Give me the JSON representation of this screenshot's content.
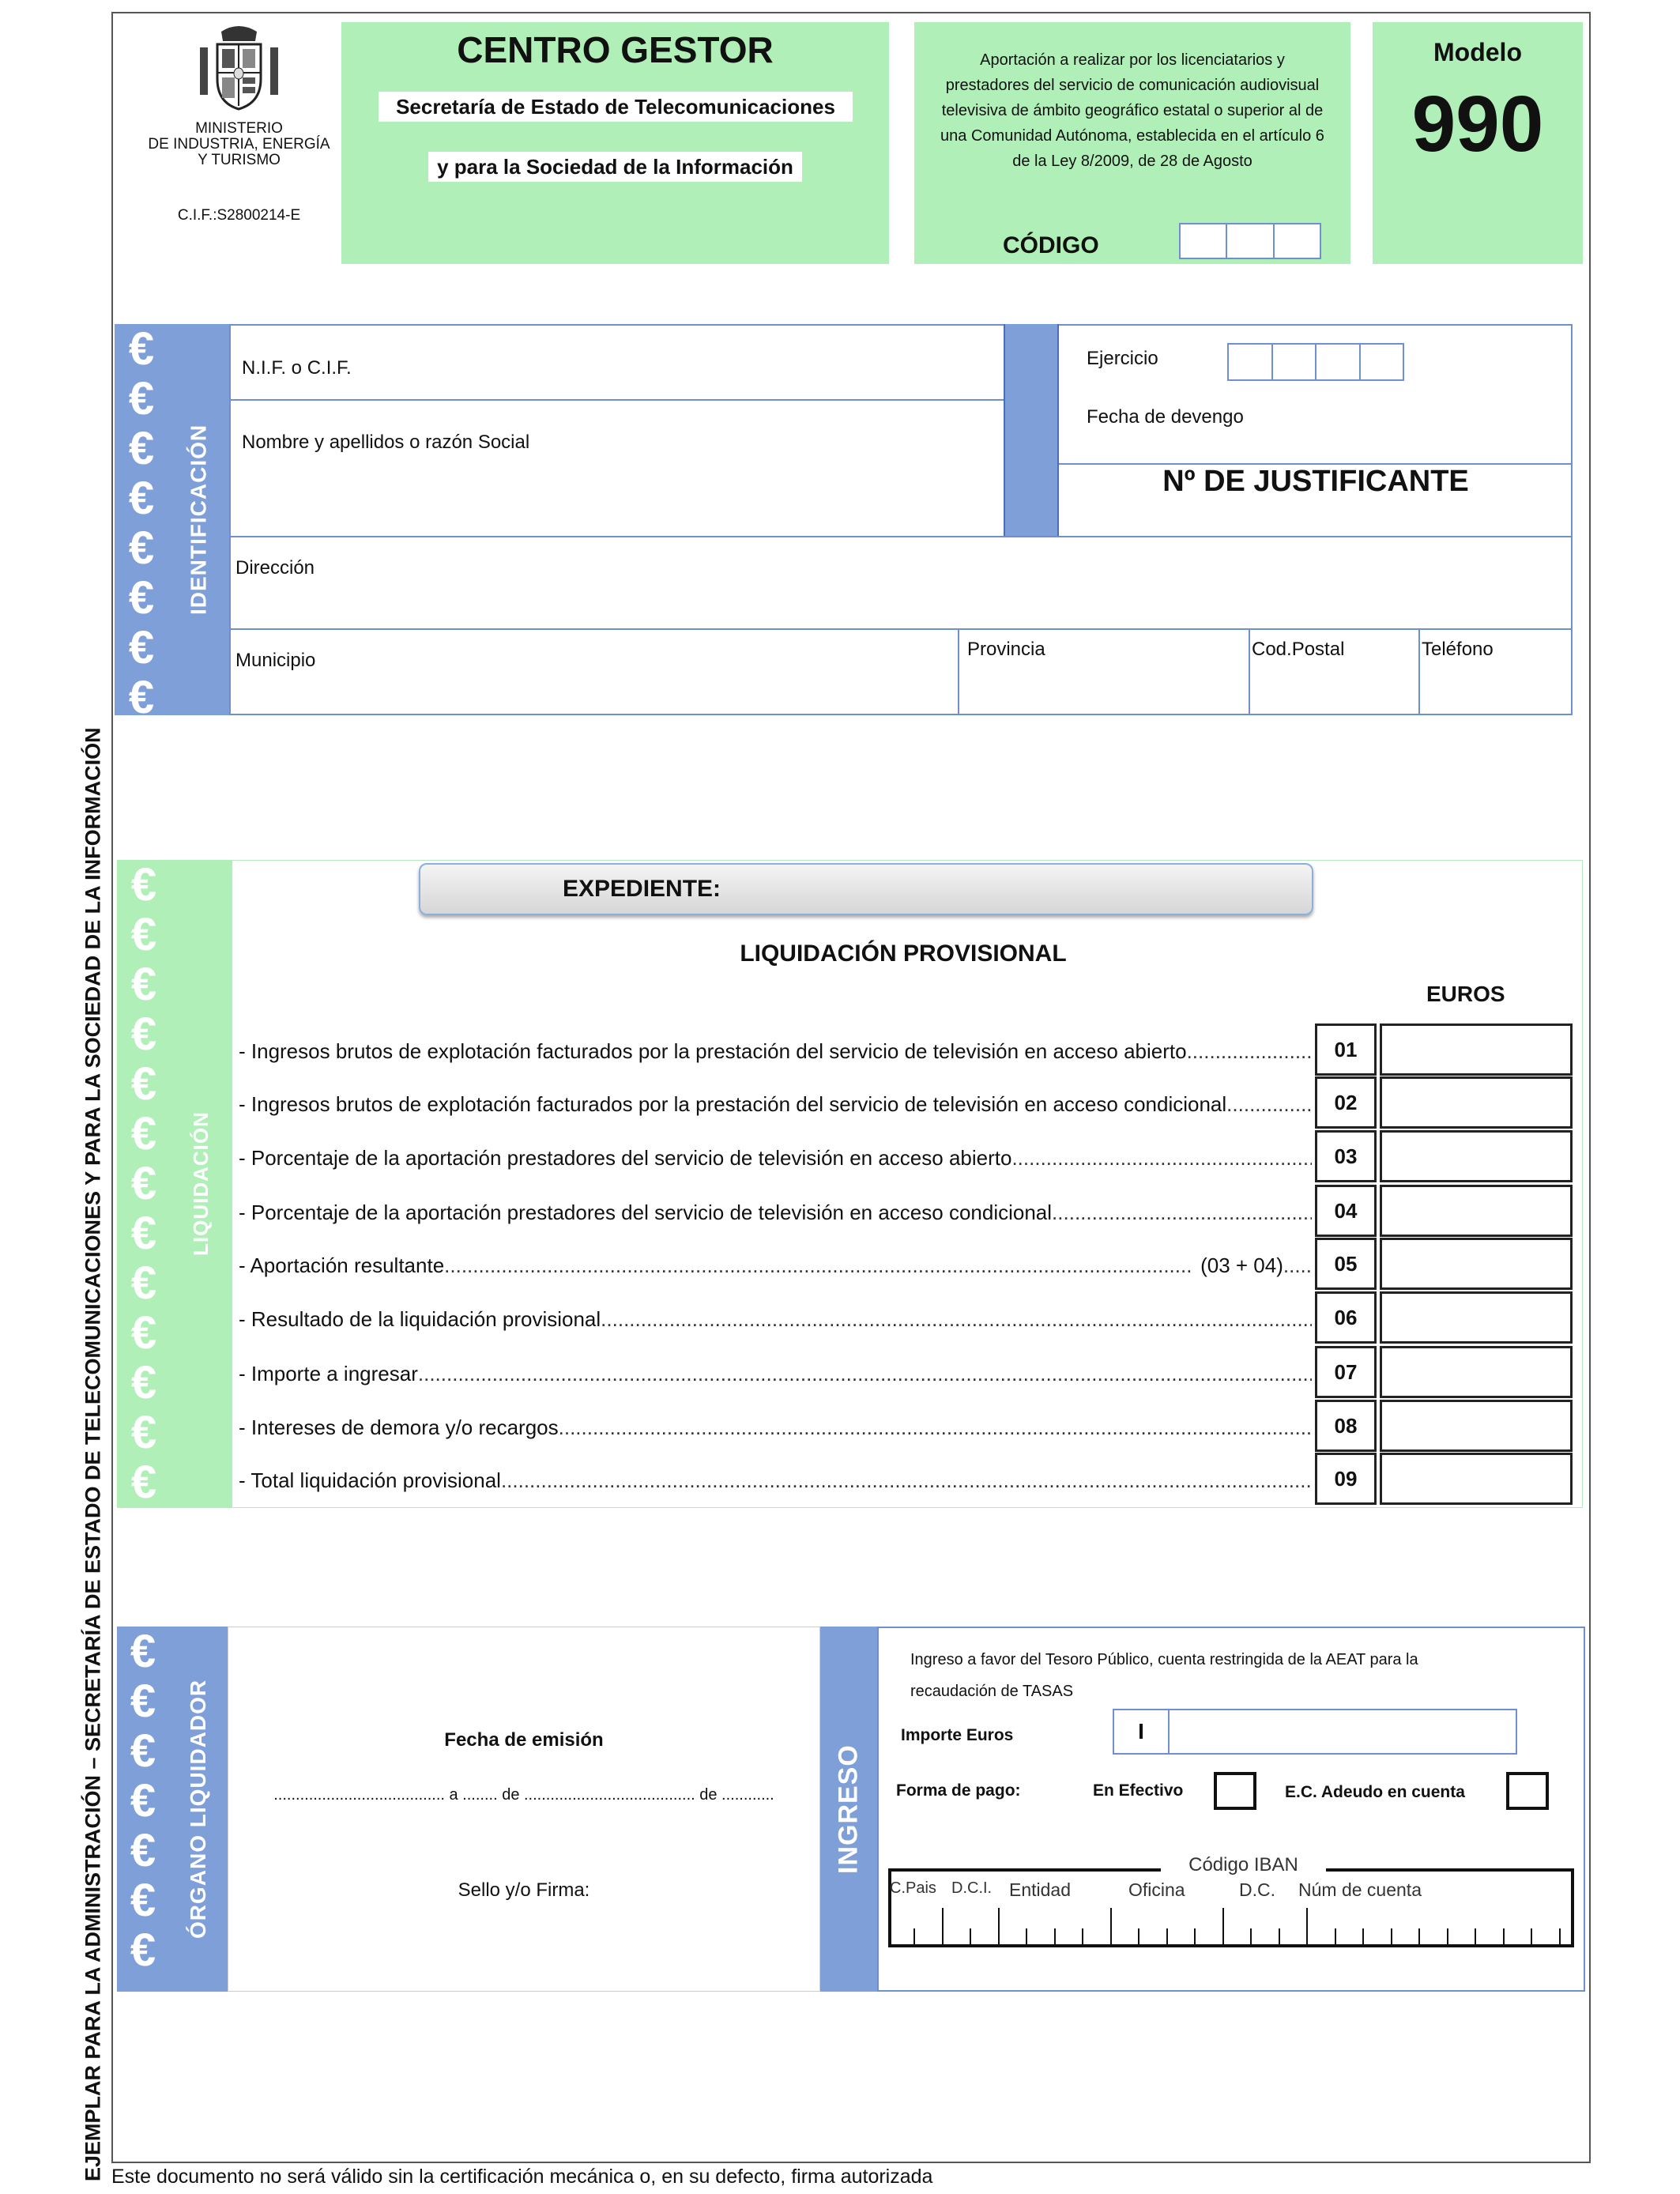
{
  "header": {
    "ministry": [
      "MINISTERIO",
      "DE INDUSTRIA, ENERGÍA",
      "Y TURISMO"
    ],
    "cif": "C.I.F.:S2800214-E",
    "centro_title": "CENTRO GESTOR",
    "centro_line1": "Secretaría de Estado de Telecomunicaciones",
    "centro_line2": "y para la Sociedad de la Información",
    "aportacion_text": "Aportación a realizar por los licenciatarios y prestadores del servicio de comunicación audiovisual televisiva de ámbito geográfico estatal o superior al de una Comunidad Autónoma, establecida en el artículo 6 de la Ley 8/2009, de 28 de Agosto",
    "codigo_label": "CÓDIGO",
    "modelo_label": "Modelo",
    "modelo_number": "990"
  },
  "identificacion": {
    "side_label": "IDENTIFICACIÓN",
    "nif": "N.I.F. o C.I.F.",
    "nombre": "Nombre y apellidos o razón Social",
    "ejercicio": "Ejercicio",
    "fecha_devengo": "Fecha de devengo",
    "justificante": "Nº DE JUSTIFICANTE",
    "direccion": "Dirección",
    "municipio": "Municipio",
    "provincia": "Provincia",
    "cod_postal": "Cod.Postal",
    "telefono": "Teléfono"
  },
  "vertical_side_text": "EJEMPLAR PARA LA ADMINISTRACIÓN – SECRETARÍA DE  ESTADO DE TELECOMUNICACIONES Y PARA LA SOCIEDAD DE LA INFORMACIÓN",
  "liquidacion": {
    "side_label": "LIQUIDACIÓN",
    "expediente": "EXPEDIENTE:",
    "title": "LIQUIDACIÓN PROVISIONAL",
    "euros": "EUROS",
    "rows": [
      {
        "text": "- Ingresos brutos de explotación facturados por la prestación del servicio de televisión en acceso abierto",
        "code": "01"
      },
      {
        "text": "- Ingresos brutos de explotación facturados por la prestación del servicio de televisión en acceso condicional",
        "code": "02"
      },
      {
        "text": "- Porcentaje de la aportación prestadores del servicio de televisión en acceso abierto",
        "code": "03"
      },
      {
        "text": "- Porcentaje de la aportación prestadores del servicio de televisión en acceso condicional",
        "code": "04"
      },
      {
        "text": "- Aportación resultante",
        "code": "05",
        "suffix": "(03 + 04)"
      },
      {
        "text": "- Resultado de la liquidación provisional",
        "code": "06"
      },
      {
        "text": "- Importe a ingresar",
        "code": "07"
      },
      {
        "text": "- Intereses de demora y/o recargos",
        "code": "08"
      },
      {
        "text": "- Total liquidación provisional",
        "code": "09"
      }
    ]
  },
  "organo": {
    "side_label": "ÓRGANO LIQUIDADOR",
    "fecha_emision": "Fecha de emisión",
    "fecha_line": "....................................... a ........ de ....................................... de ............",
    "sello": "Sello y/o Firma:"
  },
  "ingreso": {
    "side_label": "INGRESO",
    "texto_line1": "Ingreso a favor del Tesoro Público, cuenta restringida de la AEAT para la",
    "texto_line2": "recaudación de TASAS",
    "importe": "Importe Euros",
    "importe_prefix": "I",
    "forma_pago": "Forma de pago:",
    "efectivo": "En Efectivo",
    "adeudo": "E.C. Adeudo en cuenta",
    "iban_title": "Código IBAN",
    "iban_parts": [
      "C.Pais",
      "D.C.I.",
      "Entidad",
      "Oficina",
      "D.C.",
      "Núm de cuenta"
    ]
  },
  "footer": "Este documento no será válido sin la certificación mecánica o,  en su defecto, firma autorizada"
}
